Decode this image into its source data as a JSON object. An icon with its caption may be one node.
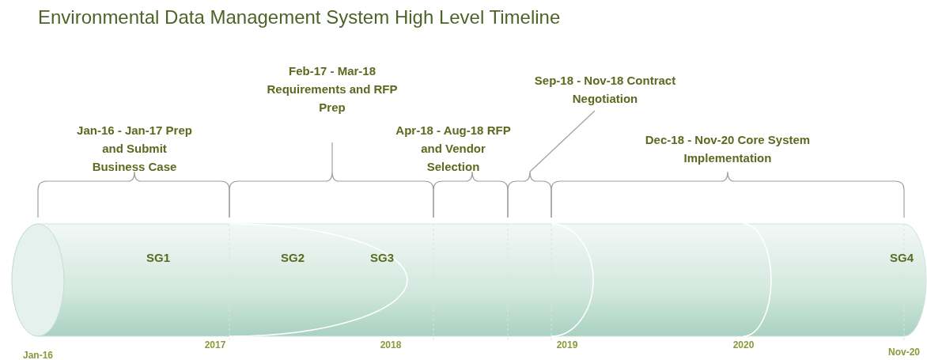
{
  "diagram": {
    "title": "Environmental Data Management System High Level Timeline",
    "labels": [
      "Feb-17 - Mar-18 Requirements and RFP Prep",
      "Sep-18 - Nov-18 Contract Negotiation",
      "Jan-16 - Jan-17 Prep and Submit Business Case",
      "Apr-18 - Aug-18 RFP and Vendor Selection",
      "Dec-18 - Nov-20 Core System Implementation",
      "SG1",
      "SG2",
      "SG3",
      "SG4",
      "2017",
      "2018",
      "2019",
      "2020",
      "Nov-20",
      "Jan-16"
    ]
  }
}
